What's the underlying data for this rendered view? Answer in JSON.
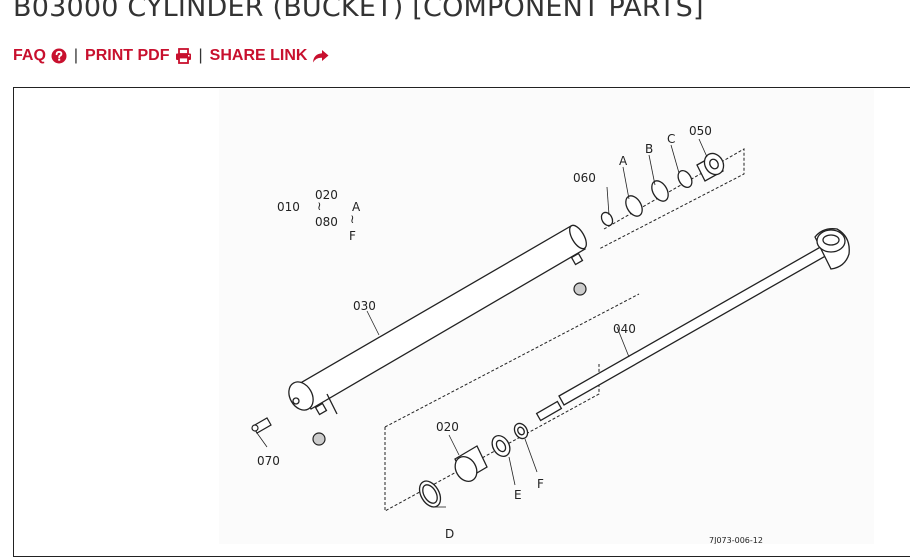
{
  "page": {
    "title": "B03000 CYLINDER (BUCKET) [COMPONENT PARTS]"
  },
  "toolbar": {
    "faq_label": "FAQ",
    "print_label": "PRINT PDF",
    "share_label": "SHARE LINK",
    "separator": "|",
    "accent_color": "#c8102e",
    "faq_icon": "question-circle-icon",
    "print_icon": "printer-icon",
    "share_icon": "share-arrow-icon"
  },
  "diagram": {
    "labels": {
      "p010": "010",
      "p020_range": "020",
      "p080_range": "080",
      "range_a": "A",
      "range_f": "F",
      "tilde": "≀",
      "p030": "030",
      "p040": "040",
      "p050": "050",
      "p060": "060",
      "p070": "070",
      "p020": "020",
      "a": "A",
      "b": "B",
      "c": "C",
      "d": "D",
      "e": "E",
      "f": "F"
    },
    "ref_code": "7J073-006-12"
  }
}
